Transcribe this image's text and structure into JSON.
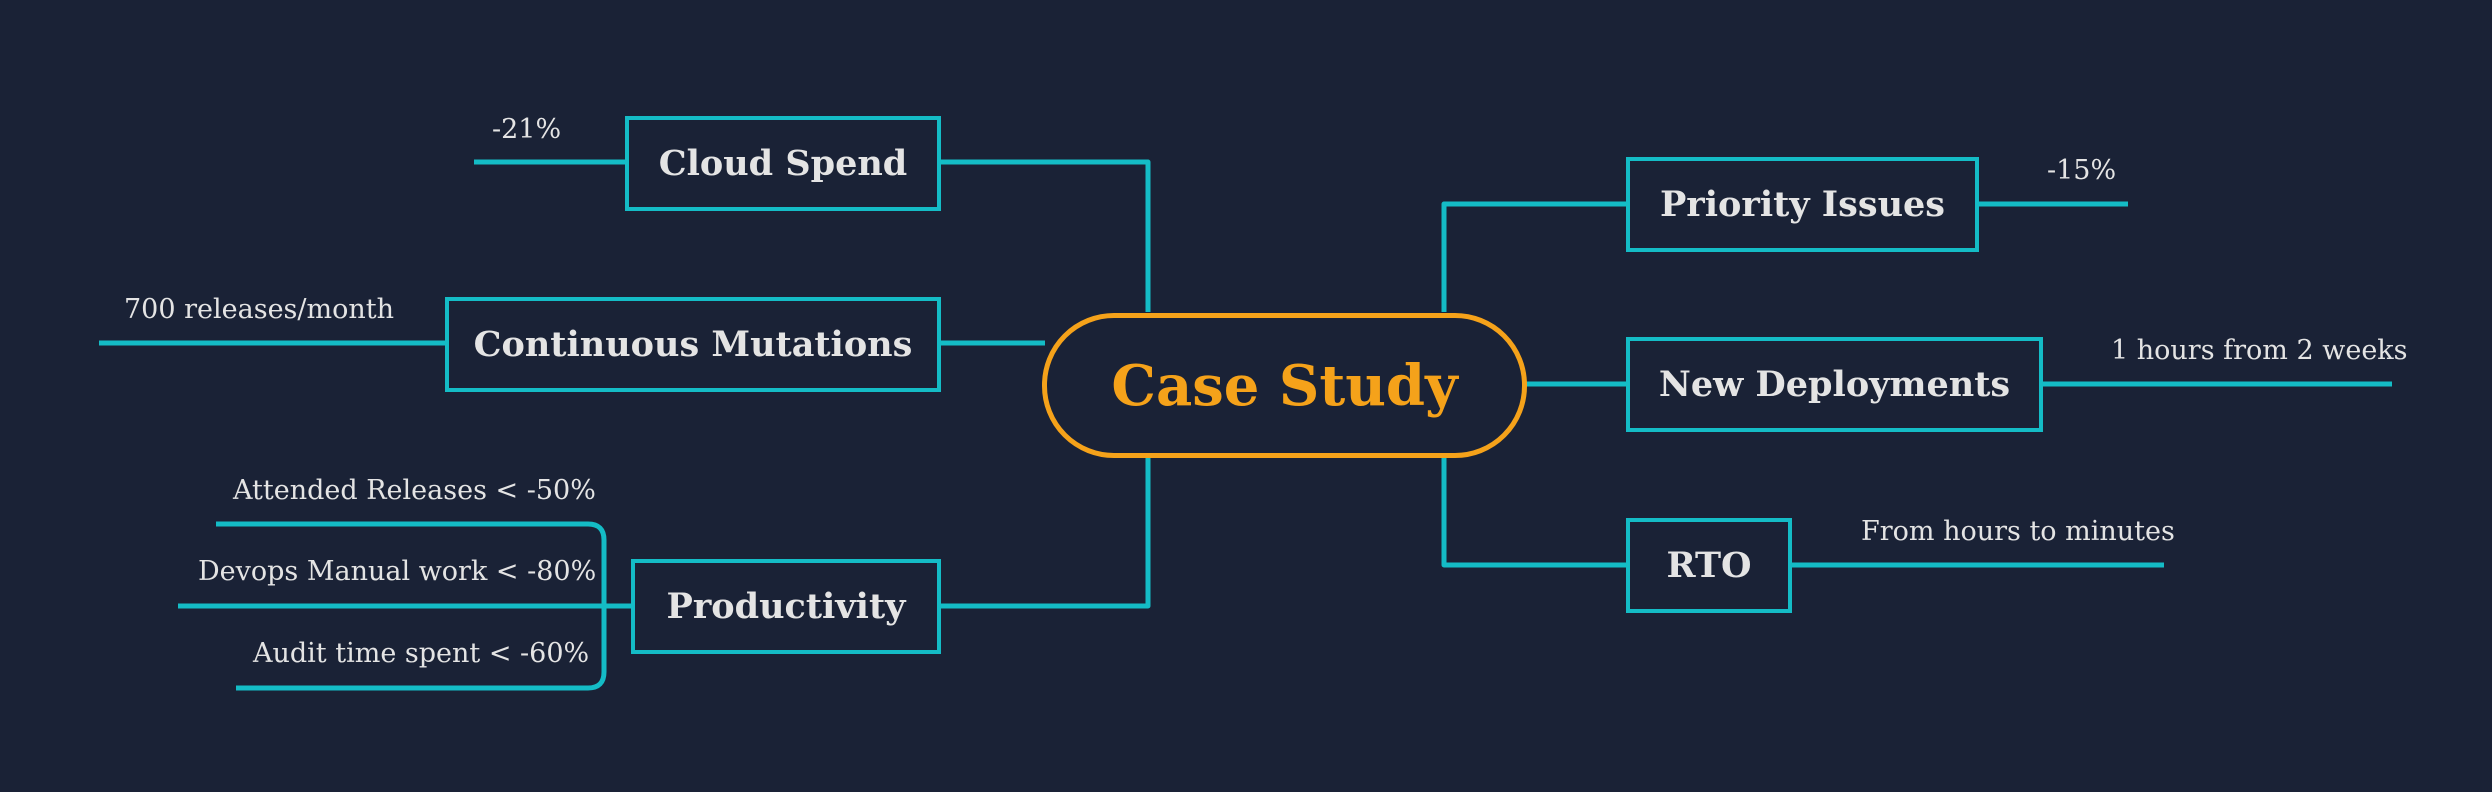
{
  "colors": {
    "background": "#1a2236",
    "connector": "#14bcc6",
    "center_accent": "#f5a21a",
    "text": "#e4e4e4"
  },
  "center": {
    "label": "Case Study"
  },
  "left_nodes": [
    {
      "label": "Cloud Spend",
      "leaves": [
        "-21%"
      ]
    },
    {
      "label": "Continuous Mutations",
      "leaves": [
        "700 releases/month"
      ]
    },
    {
      "label": "Productivity",
      "leaves": [
        "Attended Releases < -50%",
        "Devops Manual work < -80%",
        "Audit time spent < -60%"
      ]
    }
  ],
  "right_nodes": [
    {
      "label": "Priority Issues",
      "leaves": [
        "-15%"
      ]
    },
    {
      "label": "New Deployments",
      "leaves": [
        "1 hours from 2 weeks"
      ]
    },
    {
      "label": "RTO",
      "leaves": [
        "From hours to minutes"
      ]
    }
  ]
}
